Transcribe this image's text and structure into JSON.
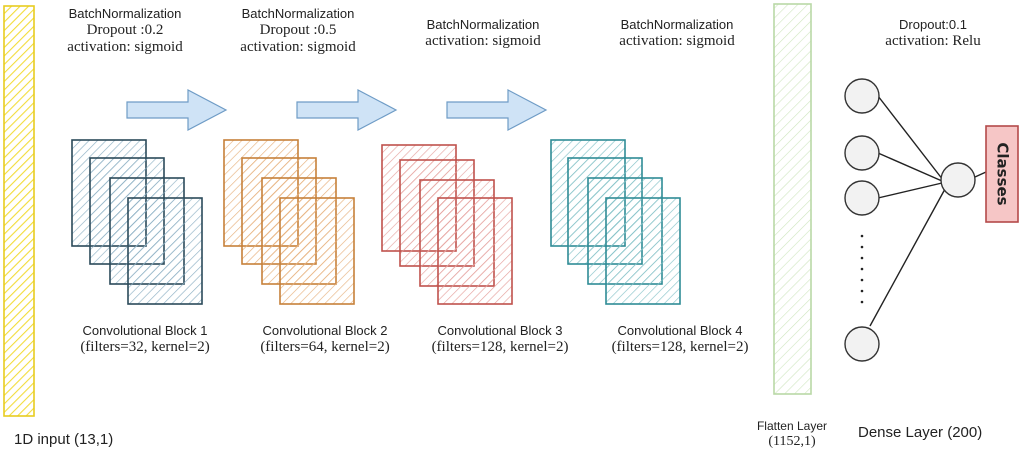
{
  "input_layer": {
    "label": "1D input (13,1)",
    "color": "#f2dc3a"
  },
  "conv_blocks": [
    {
      "title": "Convolutional Block 1",
      "params": "(filters=32, kernel=2)",
      "color": "#2b4a5a",
      "fill": "#a9c6d6",
      "layers": [
        "BatchNormalization",
        "Dropout :0.2",
        "activation: sigmoid"
      ]
    },
    {
      "title": "Convolutional Block 2",
      "params": "(filters=64, kernel=2)",
      "color": "#c6803a",
      "fill": "#f0c9a2",
      "layers": [
        "BatchNormalization",
        "Dropout :0.5",
        "activation: sigmoid"
      ]
    },
    {
      "title": "Convolutional Block 3",
      "params": "(filters=128, kernel=2)",
      "color": "#c0524c",
      "fill": "#f0c3c0",
      "layers": [
        "BatchNormalization",
        "activation: sigmoid"
      ]
    },
    {
      "title": "Convolutional Block 4",
      "params": "(filters=128, kernel=2)",
      "color": "#2f8c96",
      "fill": "#a9d6da",
      "layers": [
        "BatchNormalization",
        "activation: sigmoid"
      ]
    }
  ],
  "flatten_layer": {
    "label_line1": "Flatten Layer",
    "label_line2": "(1152,1)",
    "color": "#b9d9a6"
  },
  "dense_layer": {
    "label": "Dense Layer (200)",
    "dropout": "Dropout:0.1",
    "activation": "activation: Relu"
  },
  "output": {
    "label": "Classes",
    "fill": "#f6c6c6",
    "border": "#b44a4a"
  },
  "arrow_color": "#cfe3f6"
}
